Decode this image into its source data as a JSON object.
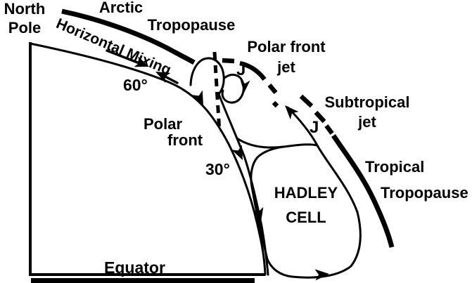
{
  "colors": {
    "ink": "#000000",
    "background": "#ffffff"
  },
  "labels": {
    "north_pole": {
      "line1": "North",
      "line2": "Pole"
    },
    "arctic_tropopause": {
      "line1": "Arctic",
      "line2": "Tropopause"
    },
    "horizontal_mixing": {
      "text": "Horizontal Mixing"
    },
    "latitude_60": {
      "text": "60°"
    },
    "latitude_30": {
      "text": "30°"
    },
    "polar_front": {
      "line1": "Polar",
      "line2": "front"
    },
    "polar_front_jet": {
      "line1": "Polar front",
      "line2": "jet",
      "core": "J"
    },
    "subtropical_jet": {
      "line1": "Subtropical",
      "line2": "jet",
      "core": "J"
    },
    "hadley_cell": {
      "line1": "HADLEY",
      "line2": "CELL"
    },
    "tropical_tropopause": {
      "line1": "Tropical",
      "line2": "Tropopause"
    },
    "equator": {
      "text": "Equator"
    }
  }
}
